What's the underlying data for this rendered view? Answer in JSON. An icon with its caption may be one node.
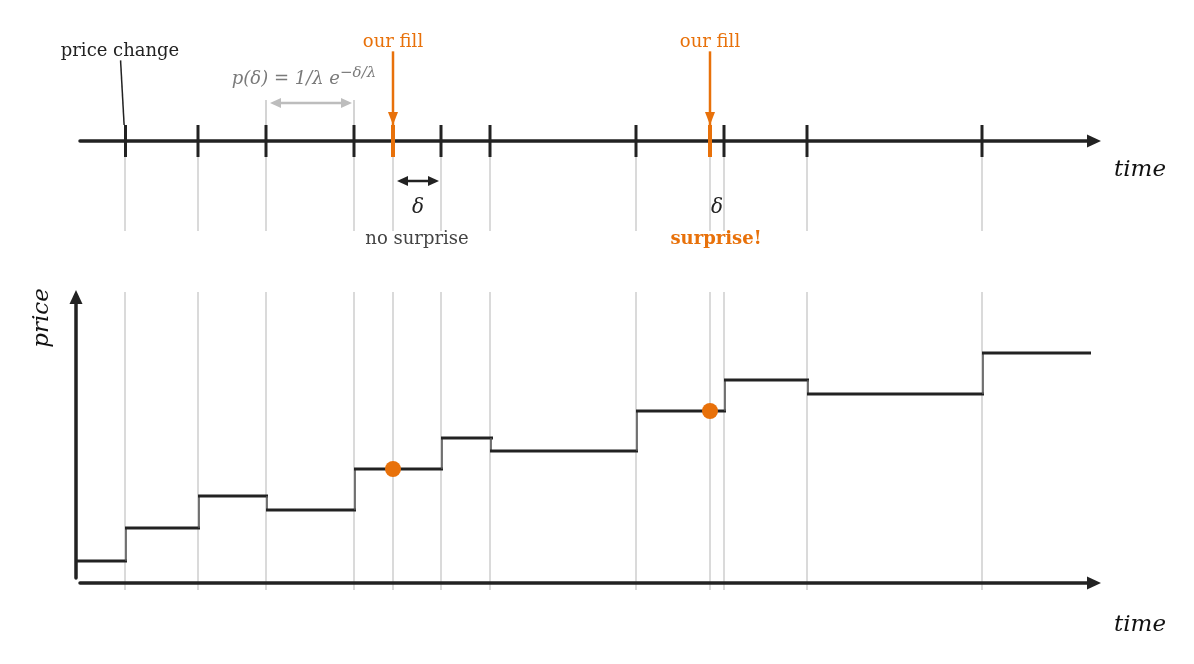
{
  "diagram": {
    "nodes": [
      {
        "text": [
          "price change"
        ]
      },
      {
        "text": [],
        "shape": "bar"
      },
      {
        "text": [
          "our fill"
        ]
      },
      {
        "text": [],
        "shape": "bar"
      },
      {
        "text": [
          "our fill"
        ]
      },
      {
        "text": [],
        "shape": "bar"
      }
    ],
    "edges": [
      {
        "from": 0,
        "to": 1,
        "arrow": "none",
        "color": "#222222"
      },
      {
        "from": 2,
        "to": 3,
        "arrow": "to",
        "color": "#e8710a"
      },
      {
        "from": 4,
        "to": 5,
        "arrow": "to",
        "color": "#e8710a"
      }
    ],
    "labels": [
      "p(δ) = 1/λ e$^{−δ/λ}$",
      "time",
      "δ",
      "δ",
      "no surprise",
      "surprise!",
      "price",
      "time"
    ]
  }
}
